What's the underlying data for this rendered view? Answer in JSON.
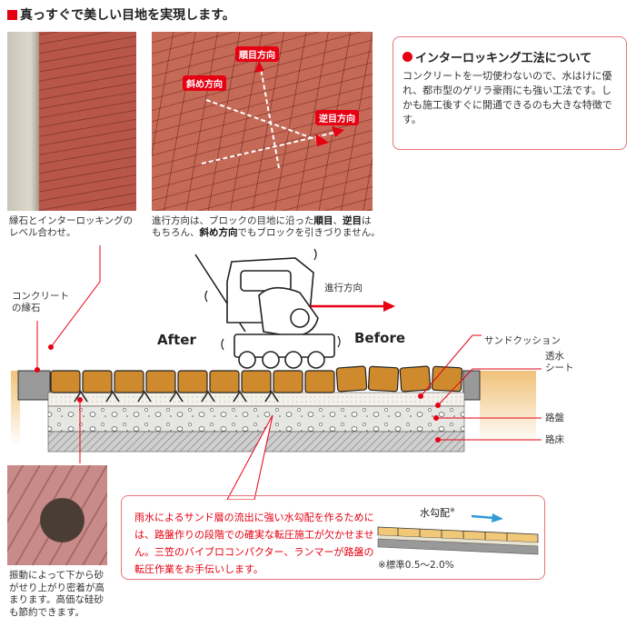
{
  "title": "真っすぐで美しい目地を実現します。",
  "photo_labels": {
    "forward": "順目方向",
    "diagonal": "斜め方向",
    "reverse": "逆目方向"
  },
  "captions": {
    "photo1": [
      "縁石とインターロッキングの",
      "レベル合わせ。"
    ],
    "photo2_line1_a": "進行方向は、ブロックの目地に沿った",
    "photo2_line1_b": "順目",
    "photo2_line1_c": "、",
    "photo2_line1_d": "逆目",
    "photo2_line1_e": "は",
    "photo2_line2_a": "もちろん、",
    "photo2_line2_b": "斜め方向",
    "photo2_line2_c": "でもブロックを引きづりません。",
    "photo3": [
      "振動によって下から砂",
      "がせり上がり密着が高",
      "まります。高価な硅砂",
      "も節約できます。"
    ]
  },
  "info": {
    "heading": "インターロッキング工法について",
    "body": "コンクリートを一切使わないので、水はけに優れ、都市型のゲリラ豪雨にも強い工法です。しかも施工後すぐに開通できるのも大きな特徴です。"
  },
  "diagram": {
    "curb_label": [
      "コンクリート",
      "の縁石"
    ],
    "after": "After",
    "before": "Before",
    "direction": "進行方向",
    "sand_cushion": "サンドクッション",
    "sheet": [
      "透水",
      "シート"
    ],
    "base": "路盤",
    "subgrade": "路床"
  },
  "callout": {
    "text": "雨水によるサンド層の流出に強い水勾配を作るためには、路盤作りの段階での確実な転圧施工が欠かせません。三笠のバイブロコンパクター、ランマーが路盤の転圧作業をお手伝いします。",
    "slope_label": "水勾配",
    "slope_mark": "※",
    "note": "※標準0.5～2.0%"
  },
  "colors": {
    "accent": "#e60012",
    "block": "#d08a2e",
    "arrow_blue": "#2f9bd7"
  }
}
